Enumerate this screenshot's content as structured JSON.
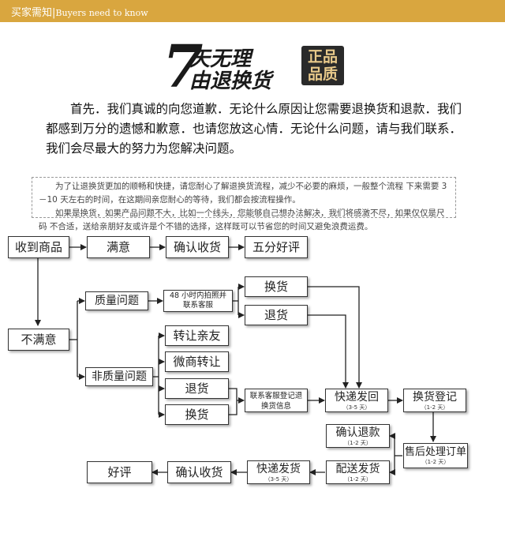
{
  "header": {
    "title": "买家需知",
    "subtitle": "Buyers need to know"
  },
  "banner": {
    "seven": "7",
    "line1": "天无理",
    "line2": "由退换货",
    "seal_line1": "正品",
    "seal_line2": "品质"
  },
  "intro_text": "首先．我们真诚的向您道歉．无论什么原因让您需要退换货和退款．我们都感到万分的遗憾和歉意．也请您放这心情．无论什么问题，请与我们联系．我们会尽最大的努力为您解决问题。",
  "note": {
    "para1": "为了让退换货更加的顺畅和快捷，请您耐心了解退换货流程，减少不必要的麻烦，一般整个流程 下来需要 3－10 天左右的时间，在这期间亲您耐心的等待，我们都会按流程操作。",
    "para2": "如果是换货，如果产品问题不大，比如一个线头，您能够自己想办法解决，我们将感激不尽，如果仅仅是尺码 不合适，送给亲朋好友或许是个不错的选择，这样既可以节省您的时间又避免浪费运费。"
  },
  "flow": {
    "received": "收到商品",
    "satisfied": "满意",
    "confirm_receipt_1": "确认收货",
    "five_star": "五分好评",
    "unsatisfied": "不满意",
    "quality_issue": "质量问题",
    "photo_contact": "48 小时内拍照并联系客服",
    "exchange_1": "换货",
    "return_1": "退货",
    "gift_friend": "转让亲友",
    "wechat_resale": "微商转让",
    "non_quality_issue": "非质量问题",
    "return_2": "退货",
    "exchange_2": "换货",
    "contact_register": "联系客服登记退换货信息",
    "express_return": "快递发回",
    "express_return_days": "（3-5 天）",
    "exchange_register": "换货登记",
    "exchange_register_days": "（1-2 天）",
    "confirm_refund": "确认退款",
    "confirm_refund_days": "（1-2 天）",
    "after_sales": "售后处理订单",
    "after_sales_days": "（1-2 天）",
    "delivery": "配送发货",
    "delivery_days": "（1-2 天）",
    "express_ship": "快递发货",
    "express_ship_days": "（3-5 天）",
    "confirm_receipt_2": "确认收货",
    "good_review": "好评"
  }
}
